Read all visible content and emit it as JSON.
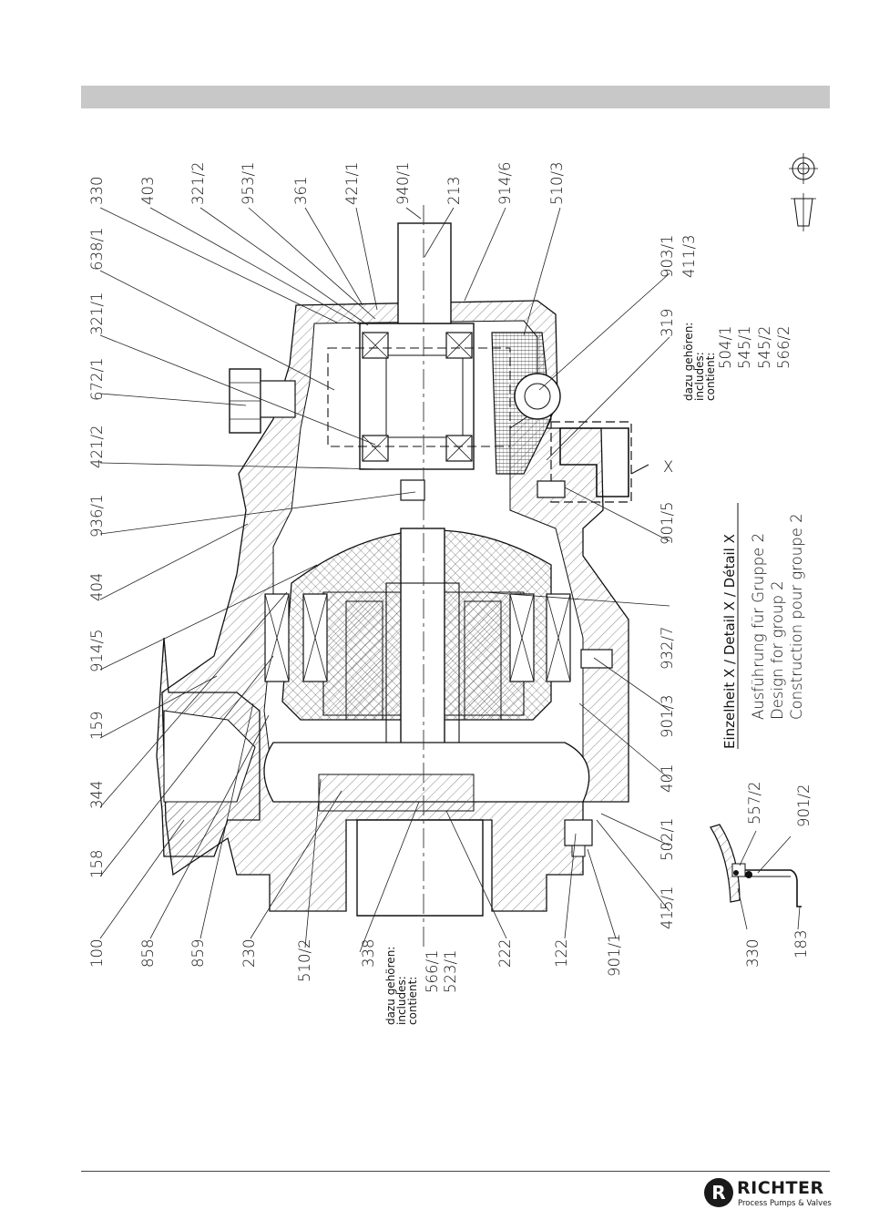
{
  "part_labels_top": [
    "330",
    "403",
    "321/2",
    "953/1",
    "361",
    "421/1",
    "940/1",
    "213",
    "914/6",
    "510/3"
  ],
  "part_labels_left": [
    "638/1",
    "321/1",
    "672/1",
    "421/2",
    "936/1",
    "404",
    "914/5",
    "159",
    "344",
    "158",
    "100",
    "858",
    "859",
    "230",
    "510/2",
    "338",
    "222",
    "122",
    "901/1"
  ],
  "part_labels_right": [
    "903/1",
    "411/3",
    "319",
    "901/5",
    "932/7",
    "901/3",
    "401",
    "502/1",
    "415/1"
  ],
  "includes_1": {
    "heading": [
      "dazu gehören:",
      "includes:",
      "contient:"
    ],
    "items": [
      "504/1",
      "545/1",
      "545/2",
      "566/2"
    ]
  },
  "includes_2": {
    "heading": [
      "dazu gehören:",
      "includes:",
      "contient:"
    ],
    "items": [
      "566/1",
      "523/1"
    ]
  },
  "detail": {
    "title": "Einzelheit X / Detail X / Détail X",
    "lines": [
      "Ausführung für Gruppe 2",
      "Design for group 2",
      "Construction pour groupe 2"
    ],
    "labels": [
      "557/2",
      "901/2",
      "330",
      "183"
    ],
    "marker": "X"
  },
  "logo": {
    "mark": "R",
    "name": "RICHTER",
    "tagline": "Process Pumps & Valves"
  }
}
